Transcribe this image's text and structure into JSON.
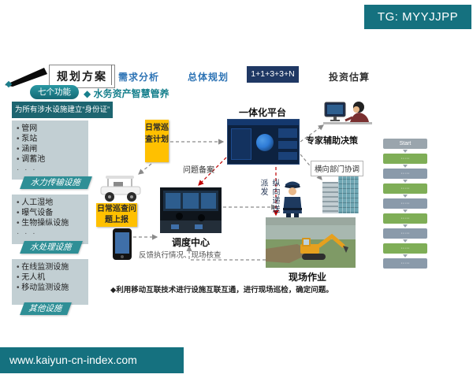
{
  "badge": {
    "text": "TG: MYYJJPP"
  },
  "watermark": {
    "text": "www.kaiyun-cn-index.com"
  },
  "nav": {
    "title": "规划方案",
    "items": [
      {
        "label": "需求分析"
      },
      {
        "label": "总体规划"
      },
      {
        "label": "1+1+3+3+N"
      },
      {
        "label": "投资估算"
      }
    ]
  },
  "subheader": {
    "pill": "七个功能",
    "caption": "◆ 水务资产智慧管养"
  },
  "left_panel": {
    "intro": "为所有涉水设施建立“身份证”",
    "groups": [
      {
        "label": "水力传输设施",
        "items": [
          "管网",
          "泵站",
          "涵闸",
          "调蓄池",
          "· · ·"
        ]
      },
      {
        "label": "水处理设施",
        "items": [
          "人工湿地",
          "曝气设备",
          "生物操纵设施",
          "· · ·"
        ]
      },
      {
        "label": "其他设施",
        "items": [
          "在线监测设施",
          "无人机",
          "移动监测设施"
        ]
      }
    ]
  },
  "diagram": {
    "plan_note": "日常巡查计划",
    "platform_label": "一体化平台",
    "problem_record": "问题备案",
    "inspect_note": "日常巡查问题上报",
    "dispatch_center": "调度中心",
    "vertical_dispatch": "纵向递送派发",
    "expert_label": "专家辅助决策",
    "horizontal_coord": "横向部门协调",
    "site_label": "现场作业",
    "feedback": "反馈执行情况、现场核查",
    "conclusion": "◆利用移动互联技术进行设施互联互通，进行现场巡检，确定问题。"
  },
  "flowchart": {
    "steps": [
      {
        "label": "Start"
      },
      {
        "label": "·····"
      },
      {
        "label": "·····"
      },
      {
        "label": "·····"
      },
      {
        "label": "·····"
      },
      {
        "label": "·····"
      },
      {
        "label": "·····"
      },
      {
        "label": "·····"
      },
      {
        "label": "·····"
      }
    ]
  },
  "colors": {
    "teal": "#15717f",
    "navy": "#1f3864",
    "yellow": "#ffc000",
    "red_connector": "#c00000",
    "green_step": "#7fae57"
  }
}
